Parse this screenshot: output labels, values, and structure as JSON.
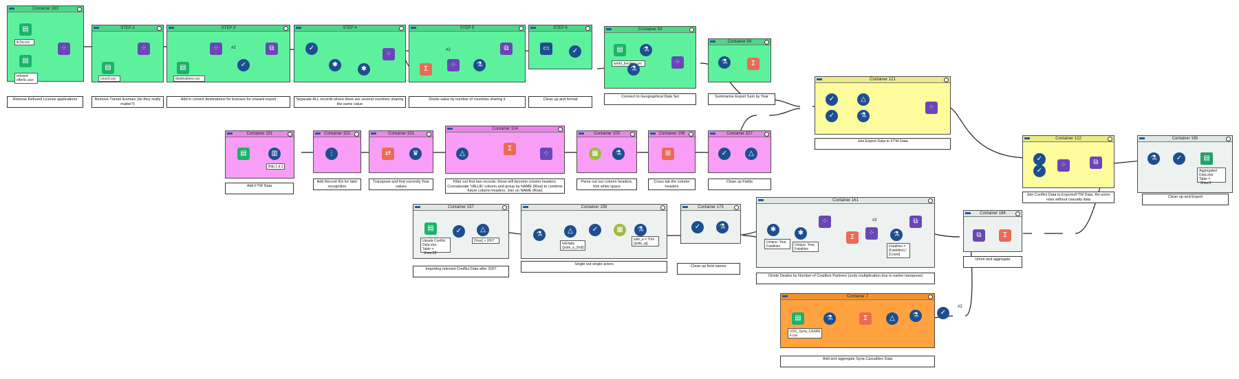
{
  "containers": [
    {
      "id": "c183",
      "title": "Container 183",
      "cls": "green"
    },
    {
      "id": "s2",
      "title": "STEP 2",
      "cls": "green"
    },
    {
      "id": "s3",
      "title": "STEP 3",
      "cls": "green"
    },
    {
      "id": "s4",
      "title": "STEP 4",
      "cls": "green"
    },
    {
      "id": "s5",
      "title": "STEP 5",
      "cls": "green"
    },
    {
      "id": "s6",
      "title": "STEP 6",
      "cls": "green"
    },
    {
      "id": "c93",
      "title": "Container 93",
      "cls": "green"
    },
    {
      "id": "c94",
      "title": "Container 94",
      "cls": "green"
    },
    {
      "id": "c121",
      "title": "Container 121",
      "cls": "yellow"
    },
    {
      "id": "c101",
      "title": "Container 101",
      "cls": "pink"
    },
    {
      "id": "c102",
      "title": "Container 102",
      "cls": "pink"
    },
    {
      "id": "c103",
      "title": "Container 103",
      "cls": "pink"
    },
    {
      "id": "c104",
      "title": "Container 104",
      "cls": "pink"
    },
    {
      "id": "c105",
      "title": "Container 105",
      "cls": "pink"
    },
    {
      "id": "c106",
      "title": "Container 106",
      "cls": "pink"
    },
    {
      "id": "c107",
      "title": "Container 107",
      "cls": "pink"
    },
    {
      "id": "c122",
      "title": "Container 122",
      "cls": "yellow"
    },
    {
      "id": "c185",
      "title": "Container 185",
      "cls": "grey"
    },
    {
      "id": "c157",
      "title": "Container 157",
      "cls": "grey"
    },
    {
      "id": "c159",
      "title": "Container 159",
      "cls": "grey"
    },
    {
      "id": "c175",
      "title": "Container 175",
      "cls": "grey"
    },
    {
      "id": "c161",
      "title": "Container 161",
      "cls": "grey"
    },
    {
      "id": "c186",
      "title": "Container 186",
      "cls": "grey"
    },
    {
      "id": "c7",
      "title": "Container 7",
      "cls": "orange"
    }
  ],
  "notes": [
    "Remove Refused License applications",
    "Remove Transit licenses (do they really matter?)",
    "Add in correct destinations for licenses for onward export",
    "Separate ALL records where there are several countries sharing the same value",
    "Divide value by number of countries sharing it",
    "Clean up and format",
    "Connect to Geographical Data Set",
    "Summarise Export Sum by Year",
    "Join Export Data to FTW Data",
    "Add FTW Data",
    "Add Record IDs for later recognition",
    "Transpose and find currently Year values",
    "Filter out first two records; these will become column headers. Concatenate 'VALUE' column and group by NAME (Row) to combine future column headers. Join on NAME (Row)",
    "Parse out our column headers, trim white space",
    "Cross tab the column headers",
    "Clean up Fields",
    "Join Conflict Data to Exports/FTW Data. Re-union rows without casualty data",
    "Clean up and Export",
    "Importing relevant Conflict Data after 2007",
    "Single out single actors",
    "Clean up field names",
    "Divide Deaths by Number of Coalition Partners (undo multiplication due to earlier transpose)",
    "Union and aggregate",
    "Add and aggregate Syria Casualties Data"
  ],
  "labels": {
    "refused_lic": "lic2a.csv",
    "refused_lic2": "refused\nofferlic.xlsx",
    "transit_csv": "coun2.csv",
    "dest_csv": "destinations.csv",
    "world_csv": "world_borders.csv",
    "ftw_csv": "Bdp.1.d.1",
    "conflict_xlsx": "Upsala Conflict\nData.xlsx\nTable = `Sheet1$`",
    "year_filter": "[Year] > 2007",
    "is_empty": "IsEmpty\n([side_a_2nd])",
    "side_trim": "side_a = Trim\n([side_a])",
    "unique_1": "Unique: Year,\nFatalities",
    "unique_2": "Unique: Year,\nFatalities",
    "fatalities": "Fatalities =\n[Fatalities] /\n[Count]",
    "syria_csv": "VDC_Syria_CASRE\nF.csv",
    "export_xlsx": "Aggregated\nData.xlsx\nTable = `Sheet1`"
  },
  "badges": {
    "s3_count": "#2",
    "c161_count": "#2",
    "c7_count": "#2",
    "s5_count": "#2"
  },
  "icons": {
    "input": "book-icon",
    "join": "join-icon",
    "select": "check-icon",
    "summarize": "sigma-icon",
    "formula": "flask-icon",
    "filter": "triangle-icon",
    "union": "union-icon",
    "transpose": "transpose-icon",
    "output": "output-icon"
  },
  "colors": {
    "green": "#5ef19d",
    "pink": "#f99ef6",
    "yellow": "#fcfc9d",
    "grey": "#edf2f0",
    "orange": "#ffa23f",
    "tool_blue": "#1d4e8f",
    "tool_purple": "#6a46b8",
    "tool_red": "#ea6a55",
    "tool_green": "#1bb36a"
  }
}
